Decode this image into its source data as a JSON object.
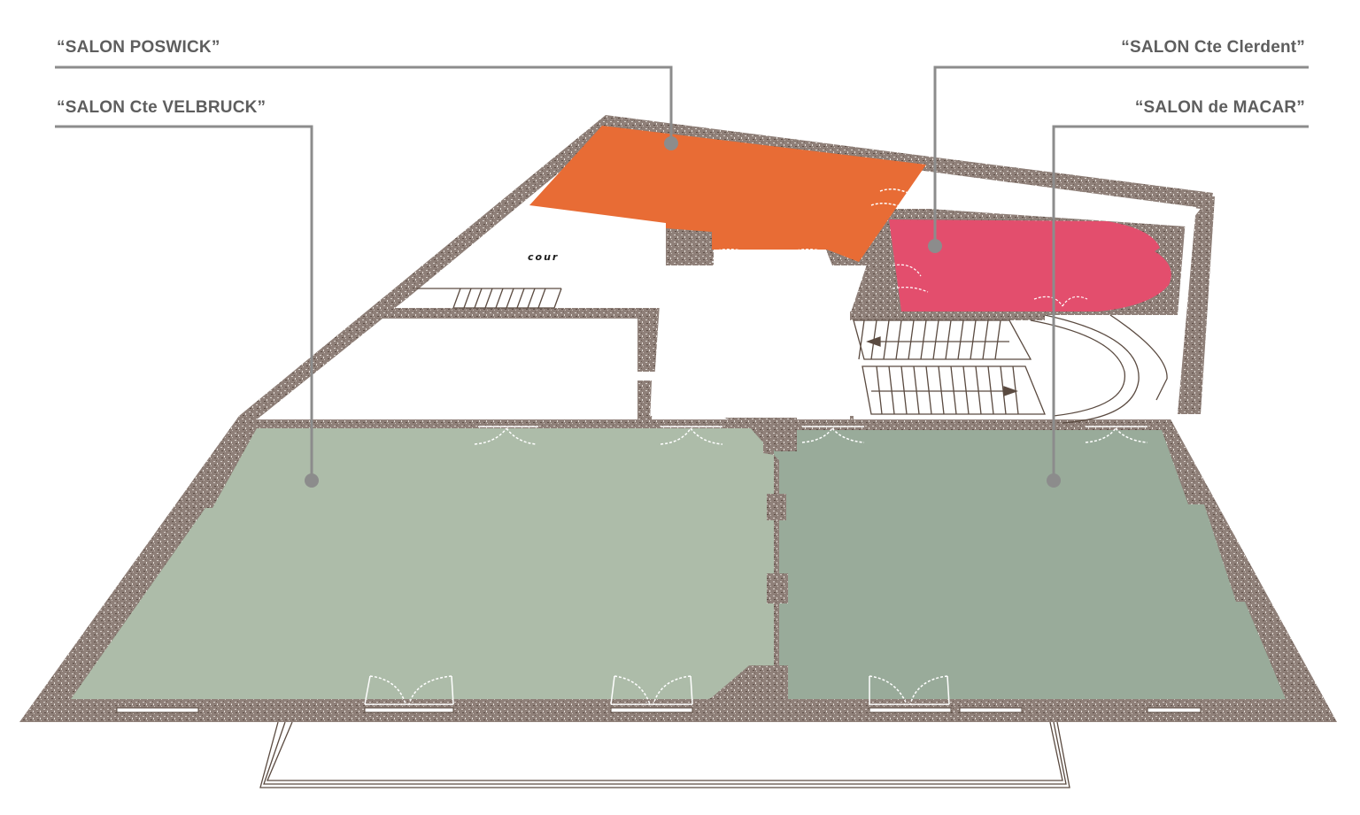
{
  "labels": {
    "poswick": "“SALON POSWICK”",
    "velbruck": "“SALON Cte VELBRUCK”",
    "clerdent": "“SALON Cte Clerdent”",
    "macar": "“SALON de MACAR”"
  },
  "plan": {
    "courtyard_label": "cour",
    "rooms": [
      {
        "id": "poswick",
        "name": "SALON POSWICK",
        "color": "#E86C35"
      },
      {
        "id": "clerdent",
        "name": "SALON Cte Clerdent",
        "color": "#E34E6D"
      },
      {
        "id": "velbruck",
        "name": "SALON Cte VELBRUCK",
        "color": "#ADBCA9"
      },
      {
        "id": "macar",
        "name": "SALON de MACAR",
        "color": "#99AB9A"
      }
    ],
    "colors": {
      "wall": "#8f8079",
      "leader": "#8c8c8c",
      "label_text": "#5e5e5e",
      "stair": "#5a4a40"
    }
  }
}
